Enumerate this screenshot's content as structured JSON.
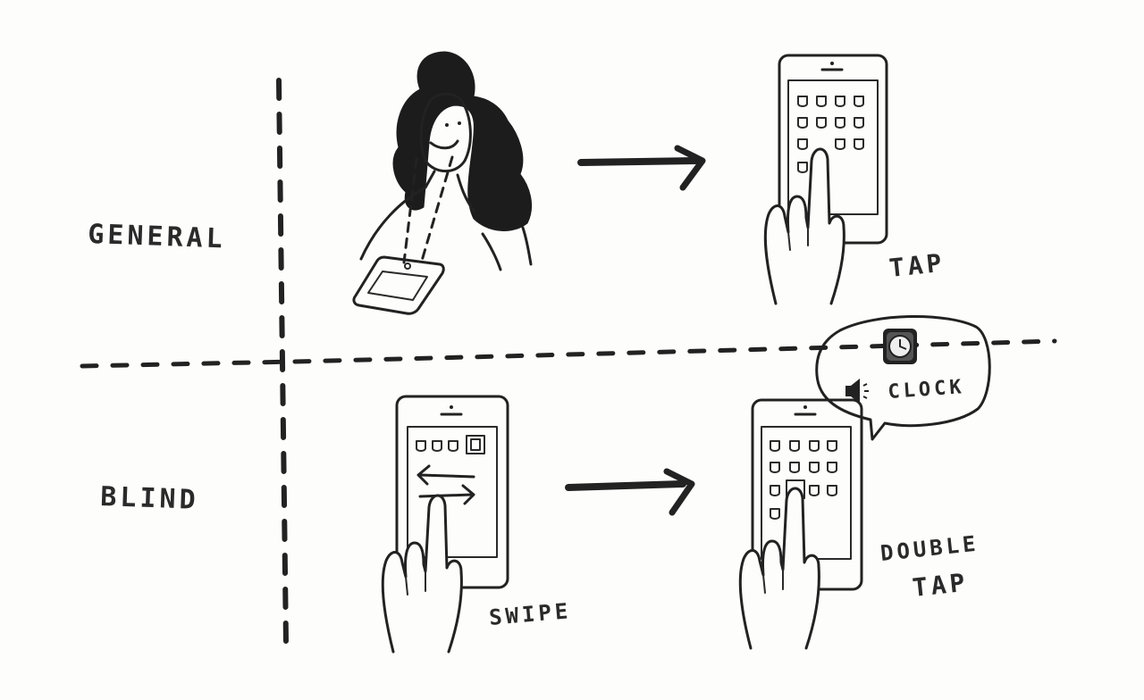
{
  "labels": {
    "general": "GENERAL",
    "blind": "BLIND",
    "tap": "TAP",
    "swipe": "SWIPE",
    "double_tap_line1": "DOUBLE",
    "double_tap_line2": "TAP",
    "bubble_text": "CLOCK"
  },
  "icons": {
    "speaker": "speaker-icon",
    "clock": "clock-app-icon"
  },
  "colors": {
    "ink": "#222222",
    "paper": "#fdfdfc"
  }
}
